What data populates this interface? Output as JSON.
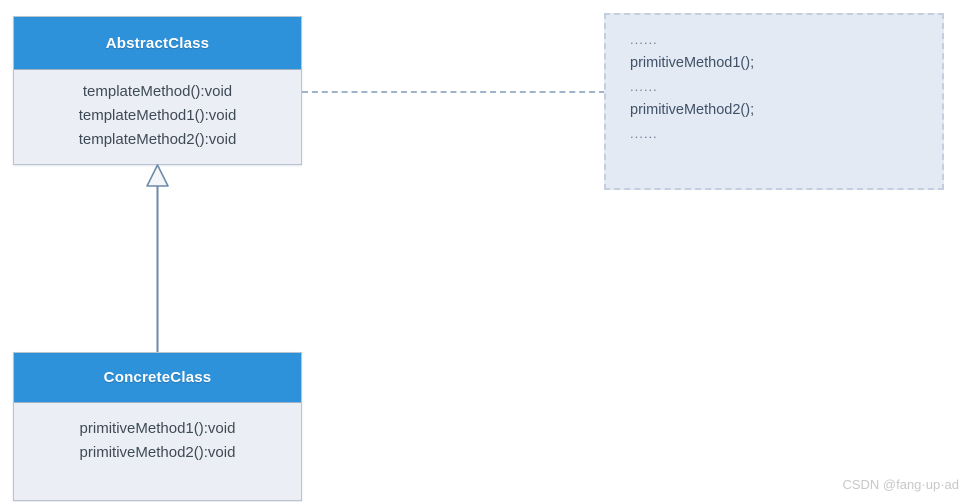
{
  "diagram": {
    "type": "uml-class-diagram",
    "abstract_class": {
      "name": "AbstractClass",
      "members": [
        "templateMethod():void",
        "templateMethod1():void",
        "templateMethod2():void"
      ]
    },
    "concrete_class": {
      "name": "ConcreteClass",
      "members": [
        "primitiveMethod1():void",
        "primitiveMethod2():void"
      ]
    },
    "note": {
      "lines": [
        "......",
        "primitiveMethod1();",
        "......",
        "primitiveMethod2();",
        "......"
      ]
    },
    "relations": {
      "generalization_label": "generalization-arrow",
      "note_link_label": "note-dashed-link"
    }
  },
  "colors": {
    "header_blue": "#2e92db",
    "body_fill": "#ebeff5",
    "note_fill": "#e4eaf3",
    "note_border": "#c3cede",
    "connector": "#6d8aa6",
    "member_text": "#3e4a56"
  },
  "watermark": {
    "text": "CSDN @fang·up·ad"
  }
}
